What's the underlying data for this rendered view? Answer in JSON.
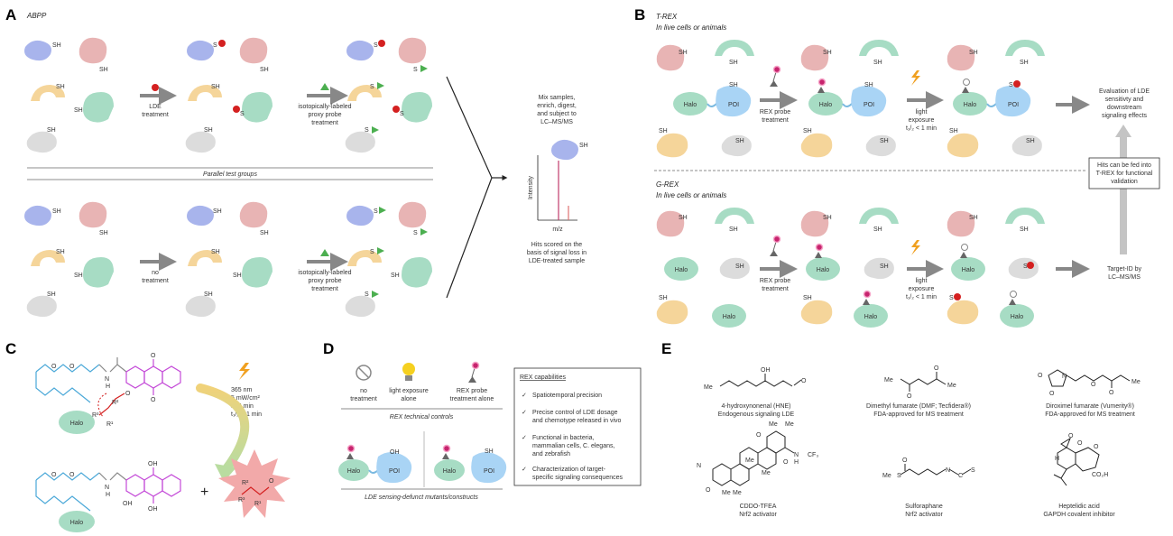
{
  "panels": {
    "A": {
      "letter": "A",
      "title": "ABPP",
      "sh": "SH",
      "s": "S",
      "lde_treatment": [
        "LDE",
        "treatment"
      ],
      "isotopic_probe": [
        "isotopically-labeled",
        "proxy probe",
        "treatment"
      ],
      "no_treatment": [
        "no",
        "treatment"
      ],
      "parallel": "Parallel test groups",
      "mix": [
        "Mix samples,",
        "enrich, digest,",
        "and subject to",
        "LC–MS/MS"
      ],
      "ylabel": "Intensity",
      "xlabel": "m/z",
      "hits": [
        "Hits scored on the",
        "basis of signal loss in",
        "LDE-treated sample"
      ]
    },
    "B": {
      "letter": "B",
      "trex_title": "T-REX",
      "trex_sub": "In live cells or animals",
      "grex_title": "G-REX",
      "grex_sub": "In live cells or animals",
      "halo": "Halo",
      "poi": "POI",
      "rex_probe": [
        "REX probe",
        "treatment"
      ],
      "light": [
        "light",
        "exposure",
        "t₁/₂ < 1 min"
      ],
      "evaluation": [
        "Evaluation of LDE",
        "sensitivty and",
        "downstream",
        "signaling effects"
      ],
      "hits_fed": [
        "Hits can be fed into",
        "T-REX for functional",
        "validation"
      ],
      "target_id": [
        "Target-ID by",
        "LC–MS/MS"
      ]
    },
    "C": {
      "letter": "C",
      "conditions": [
        "365 nm",
        "5 mW/cm²",
        "1–5 min",
        "t₁/₂ < 1 min"
      ],
      "halo": "Halo",
      "oh": "OH",
      "r1": "R¹",
      "r2": "R²",
      "r3": "R³",
      "o": "O",
      "n": "N",
      "h": "H",
      "plus": "+"
    },
    "D": {
      "letter": "D",
      "no_treatment": [
        "no",
        "treatment"
      ],
      "light_alone": [
        "light exposure",
        "alone"
      ],
      "rex_alone": [
        "REX probe",
        "treatment alone"
      ],
      "rex_controls": "REX technical controls",
      "mutants": "LDE sensing-defunct mutants/constructs",
      "halo": "Halo",
      "poi": "POI",
      "oh": "OH",
      "sh": "SH",
      "cap_title": "REX capabilities",
      "caps": [
        [
          "Spatiotemporal precision"
        ],
        [
          "Precise control of LDE dosage",
          "and chemotype released in vivo"
        ],
        [
          "Functional in bacteria,",
          "mammalian cells, C. elegans,",
          "and zebrafish"
        ],
        [
          "Characterization of target-",
          "specific signaling consequences"
        ]
      ],
      "check": "✓"
    },
    "E": {
      "letter": "E",
      "hne": [
        "4-hydroxynonenal (HNE)",
        "Endogenous signaling LDE"
      ],
      "dmf": [
        "Dimethyl fumarate (DMF; Tecfidera®)",
        "FDA-approved for MS treatment"
      ],
      "drf": [
        "Diroximel fumarate (Vumerity®)",
        "FDA-approved for MS treatment"
      ],
      "cddo": [
        "CDDO-TFEA",
        "Nrf2 activator"
      ],
      "sul": [
        "Sulforaphane",
        "Nrf2 activator"
      ],
      "hep": [
        "Heptelidic acid",
        "GAPDH covalent inhibitor"
      ],
      "atoms": {
        "oh": "OH",
        "o": "O",
        "me": "Me",
        "n": "N",
        "h": "H",
        "cf3": "CF₃",
        "s": "S",
        "c": "C",
        "co2h": "CO₂H",
        "nc": "N"
      }
    }
  },
  "colors": {
    "blue": "#a8b4ec",
    "pink": "#e8b4b4",
    "yellow": "#f5d59a",
    "green": "#a7dcc4",
    "grey": "#dcdcdc",
    "red": "#d42020",
    "tri": "#4caf50",
    "ldepink": "#c7246e",
    "arrow": "#888888"
  }
}
